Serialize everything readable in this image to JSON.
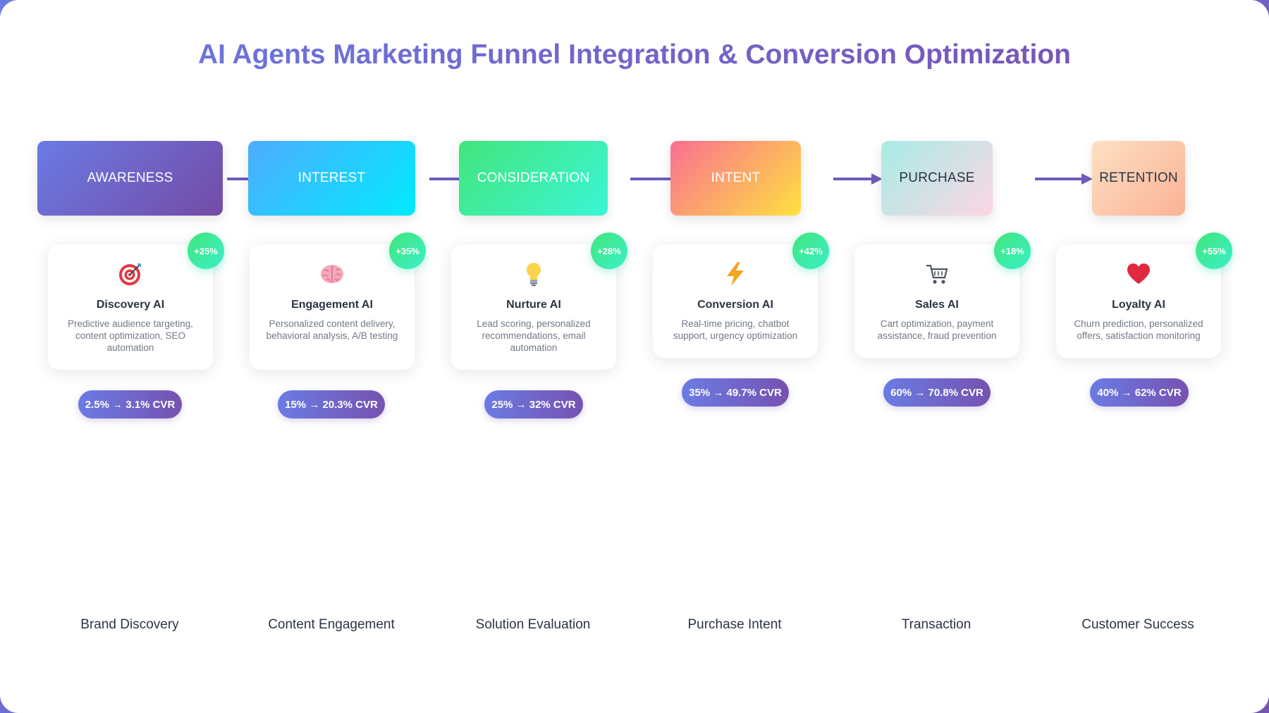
{
  "title": "AI Agents Marketing Funnel Integration & Conversion Optimization",
  "stages": [
    {
      "stage": "AWARENESS",
      "badge": "+25%",
      "icon": "target-icon",
      "card_title": "Discovery AI",
      "card_desc": "Predictive audience targeting, content optimization, SEO automation",
      "metric": "2.5% → 3.1% CVR",
      "bottom_label": "Brand Discovery"
    },
    {
      "stage": "INTEREST",
      "badge": "+35%",
      "icon": "brain-icon",
      "card_title": "Engagement AI",
      "card_desc": "Personalized content delivery, behavioral analysis, A/B testing",
      "metric": "15% → 20.3% CVR",
      "bottom_label": "Content Engagement"
    },
    {
      "stage": "CONSIDERATION",
      "badge": "+28%",
      "icon": "light-bulb-icon",
      "card_title": "Nurture AI",
      "card_desc": "Lead scoring, personalized recommendations, email automation",
      "metric": "25% → 32% CVR",
      "bottom_label": "Solution Evaluation"
    },
    {
      "stage": "INTENT",
      "badge": "+42%",
      "icon": "lightning-icon",
      "card_title": "Conversion AI",
      "card_desc": "Real-time pricing, chatbot support, urgency optimization",
      "metric": "35% → 49.7% CVR",
      "bottom_label": "Purchase Intent"
    },
    {
      "stage": "PURCHASE",
      "badge": "+18%",
      "icon": "shopping-cart-icon",
      "card_title": "Sales AI",
      "card_desc": "Cart optimization, payment assistance, fraud prevention",
      "metric": "60% → 70.8% CVR",
      "bottom_label": "Transaction"
    },
    {
      "stage": "RETENTION",
      "badge": "+55%",
      "icon": "heart-icon",
      "card_title": "Loyalty AI",
      "card_desc": "Churn prediction, personalized offers, satisfaction monitoring",
      "metric": "40% → 62% CVR",
      "bottom_label": "Customer Success"
    }
  ],
  "colors": {
    "accent_start": "#6a7be4",
    "accent_end": "#7652b0",
    "badge_green": "#43e57b",
    "text_dark": "#2b3445",
    "text_muted": "#717887"
  }
}
